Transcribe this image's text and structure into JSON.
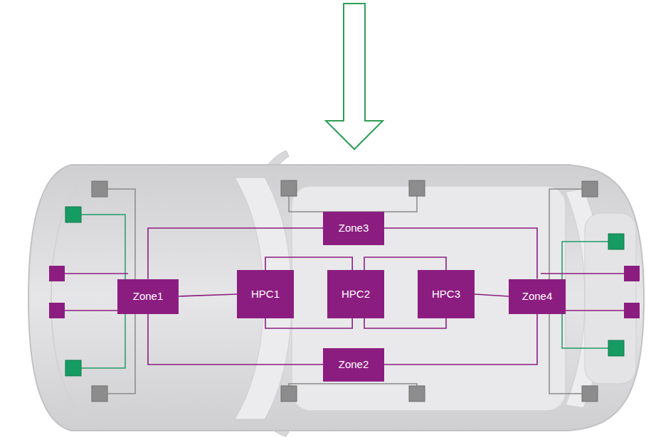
{
  "diagram": {
    "nodes": [
      {
        "text": [
          "Zone3"
        ]
      },
      {
        "text": [
          "Zone1"
        ]
      },
      {
        "text": [
          "HPC1"
        ]
      },
      {
        "text": [
          "HPC2"
        ]
      },
      {
        "text": [
          "HPC3"
        ]
      },
      {
        "text": [
          "Zone4"
        ]
      },
      {
        "text": [
          "Zone2"
        ]
      }
    ],
    "edges": [
      {
        "from": 1,
        "to": 0,
        "arrow": "none"
      },
      {
        "from": 0,
        "to": 5,
        "arrow": "none"
      },
      {
        "from": 1,
        "to": 2,
        "arrow": "none"
      },
      {
        "from": 2,
        "to": 3,
        "arrow": "none"
      },
      {
        "from": 2,
        "to": 3,
        "arrow": "none"
      },
      {
        "from": 3,
        "to": 4,
        "arrow": "none"
      },
      {
        "from": 3,
        "to": 4,
        "arrow": "none"
      },
      {
        "from": 4,
        "to": 5,
        "arrow": "none"
      },
      {
        "from": 1,
        "to": 6,
        "arrow": "none"
      },
      {
        "from": 6,
        "to": 5,
        "arrow": "none"
      }
    ]
  }
}
